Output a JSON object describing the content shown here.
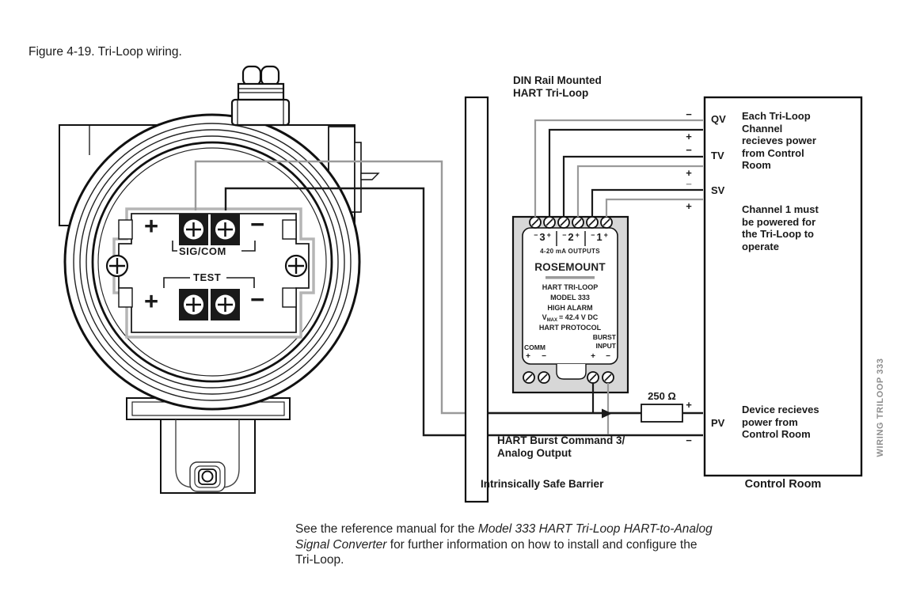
{
  "figure_title": "Figure 4-19. Tri-Loop wiring.",
  "transmitter": {
    "plus": "+",
    "minus": "−",
    "sig_com": "SIG/COM",
    "test": "TEST"
  },
  "din_label": "DIN Rail Mounted\nHART Tri-Loop",
  "tri_loop": {
    "terminals": [
      {
        "minus": "−",
        "num": "3",
        "plus": "+"
      },
      {
        "minus": "−",
        "num": "2",
        "plus": "+"
      },
      {
        "minus": "−",
        "num": "1",
        "plus": "+"
      }
    ],
    "outputs": "4-20 mA OUTPUTS",
    "brand": "ROSEMOUNT",
    "model_lines": "HART TRI-LOOP\nMODEL 333\nHIGH ALARM",
    "vmax_v": "V",
    "vmax_sub": "MAX",
    "vmax_rest": "= 42.4 V DC",
    "protocol": "HART PROTOCOL",
    "comm": "COMM",
    "comm_plus": "+",
    "comm_minus": "−",
    "burst": "BURST\nINPUT",
    "burst_plus": "+",
    "burst_minus": "−"
  },
  "barrier_label": "Intrinsically Safe Barrier",
  "burst_cmd_label": "HART Burst Command 3/\nAnalog Output",
  "resistor_label": "250 Ω",
  "control_room": {
    "caption": "Control Room",
    "qv": "QV",
    "tv": "TV",
    "sv": "SV",
    "pv": "PV",
    "markers": [
      "−",
      "+",
      "−",
      "+",
      "−",
      "+"
    ],
    "pv_plus": "+",
    "pv_minus": "−",
    "note1": "Each Tri-Loop\nChannel\nrecieves power\nfrom Control\nRoom",
    "note2": "Channel 1 must\nbe powered for\nthe Tri-Loop to\noperate",
    "note3": "Device recieves\npower from\nControl Room"
  },
  "side_text": "WIRING TRILOOP 333",
  "footer": {
    "l1_reg": "See the reference manual for the ",
    "l1_it": "Model 333 HART Tri-Loop HART-to-Analog",
    "l2_it": "Signal Converter",
    "l2_reg": " for further information on how to install and configure the",
    "l3": "Tri-Loop."
  },
  "colors": {
    "wire_gray": "#9a9a9a",
    "wire_black": "#1a1a1a",
    "device_fill": "#d7d7d7"
  }
}
